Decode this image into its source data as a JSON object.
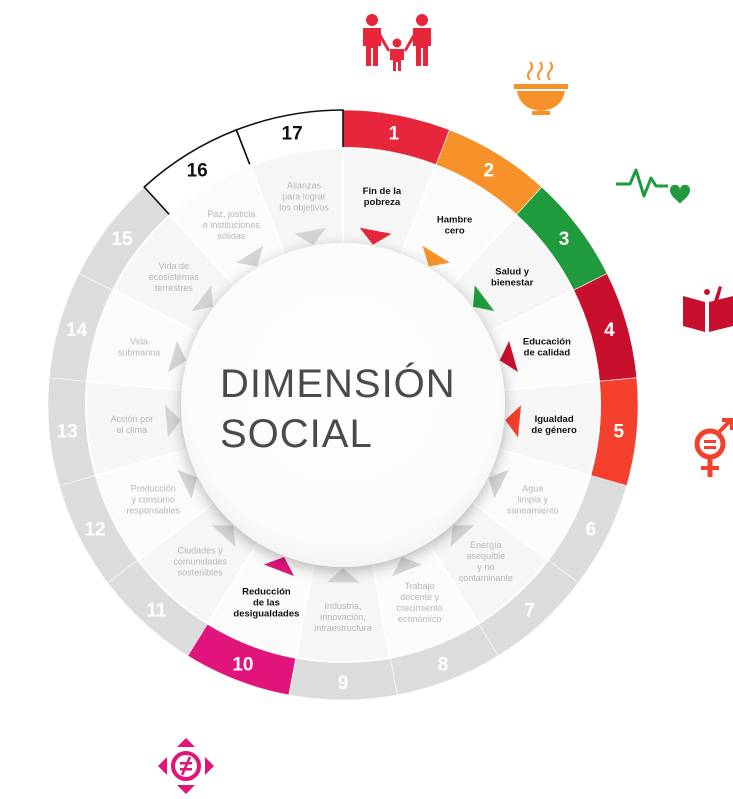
{
  "center": {
    "line1": "DIMENSIÓN",
    "line2": "SOCIAL"
  },
  "goals": [
    {
      "num": "1",
      "label": [
        "Fin de la",
        "pobreza"
      ],
      "active": true,
      "color": "#e8263b",
      "icon": "family-icon"
    },
    {
      "num": "2",
      "label": [
        "Hambre",
        "cero"
      ],
      "active": true,
      "color": "#f7922a",
      "icon": "soup-bowl-icon"
    },
    {
      "num": "3",
      "label": [
        "Salud y",
        "bienestar"
      ],
      "active": true,
      "color": "#1f9a3c",
      "icon": "heartbeat-icon"
    },
    {
      "num": "4",
      "label": [
        "Educación",
        "de calidad"
      ],
      "active": true,
      "color": "#c8102e",
      "icon": "book-icon"
    },
    {
      "num": "5",
      "label": [
        "Igualdad",
        "de género"
      ],
      "active": true,
      "color": "#f4402c",
      "icon": "gender-equality-icon"
    },
    {
      "num": "6",
      "label": [
        "Agua",
        "limpia y",
        "saneamiento"
      ],
      "active": false,
      "color": "#dcdcdc",
      "icon": ""
    },
    {
      "num": "7",
      "label": [
        "Energía",
        "asequible",
        "y no",
        "contaminante"
      ],
      "active": false,
      "color": "#dcdcdc",
      "icon": ""
    },
    {
      "num": "8",
      "label": [
        "Trabajo",
        "decente y",
        "crecimiento",
        "económico"
      ],
      "active": false,
      "color": "#dcdcdc",
      "icon": ""
    },
    {
      "num": "9",
      "label": [
        "Industria,",
        "innovación,",
        "infraestructura"
      ],
      "active": false,
      "color": "#dcdcdc",
      "icon": ""
    },
    {
      "num": "10",
      "label": [
        "Reducción",
        "de las",
        "desigualdades"
      ],
      "active": true,
      "color": "#e0147a",
      "icon": "reduced-inequalities-icon"
    },
    {
      "num": "11",
      "label": [
        "Ciudades y",
        "comunidades",
        "sostenibles"
      ],
      "active": false,
      "color": "#dcdcdc",
      "icon": ""
    },
    {
      "num": "12",
      "label": [
        "Producción",
        "y consumo",
        "responsables"
      ],
      "active": false,
      "color": "#dcdcdc",
      "icon": ""
    },
    {
      "num": "13",
      "label": [
        "Acción por",
        "el clima"
      ],
      "active": false,
      "color": "#dcdcdc",
      "icon": ""
    },
    {
      "num": "14",
      "label": [
        "Vida",
        "submarina"
      ],
      "active": false,
      "color": "#dcdcdc",
      "icon": ""
    },
    {
      "num": "15",
      "label": [
        "Vida de",
        "ecosistemas",
        "terrestres"
      ],
      "active": false,
      "color": "#dcdcdc",
      "icon": ""
    },
    {
      "num": "16",
      "label": [
        "Paz, justicia",
        "e instituciones",
        "sólidas"
      ],
      "active": false,
      "color": "#ffffff",
      "icon": ""
    },
    {
      "num": "17",
      "label": [
        "Alianzas",
        "para lograr",
        "los objetivos"
      ],
      "active": false,
      "color": "#ffffff",
      "icon": ""
    }
  ]
}
